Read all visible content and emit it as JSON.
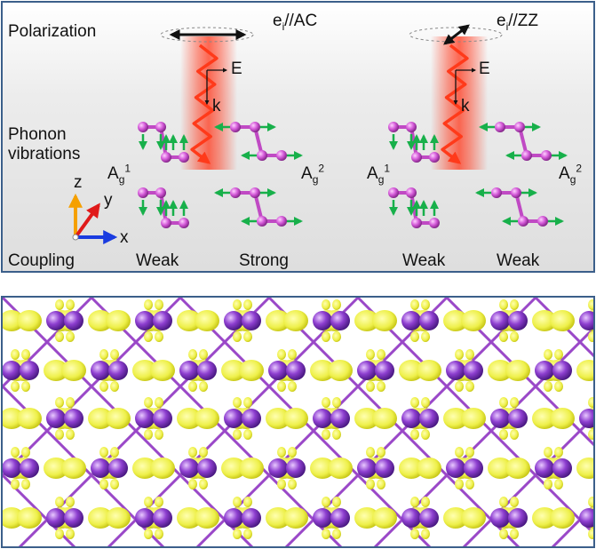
{
  "top_panel": {
    "row_labels": {
      "polarization": "Polarization",
      "phonon_line1": "Phonon",
      "phonon_line2": "vibrations",
      "coupling": "Coupling"
    },
    "left_case": {
      "e_main": "e",
      "e_sub": "i",
      "e_rest": "//AC",
      "field": "E",
      "wavevector": "k",
      "mode1_main": "A",
      "mode1_sub": "g",
      "mode1_sup": "1",
      "mode2_main": "A",
      "mode2_sub": "g",
      "mode2_sup": "2",
      "coupling1": "Weak",
      "coupling2": "Strong"
    },
    "right_case": {
      "e_main": "e",
      "e_sub": "i",
      "e_rest": "//ZZ",
      "field": "E",
      "wavevector": "k",
      "mode1_main": "A",
      "mode1_sub": "g",
      "mode1_sup": "1",
      "mode2_main": "A",
      "mode2_sub": "g",
      "mode2_sup": "2",
      "coupling1": "Weak",
      "coupling2": "Weak"
    },
    "axes": {
      "z": "z",
      "y": "y",
      "x": "x"
    }
  },
  "colors": {
    "frame": "#3b5f8a",
    "atom": "#d45ad8",
    "bond": "#c04ac4",
    "phonon_arrow": "#17b04a",
    "beam": "#ff3b1f",
    "lattice_atom": "#8e3fd0",
    "lattice_bond": "#9a48c8",
    "charge_lobe": "#eef04a",
    "axis_z": "#f5a000",
    "axis_y": "#e01a1a",
    "axis_x": "#1a3ce0"
  }
}
